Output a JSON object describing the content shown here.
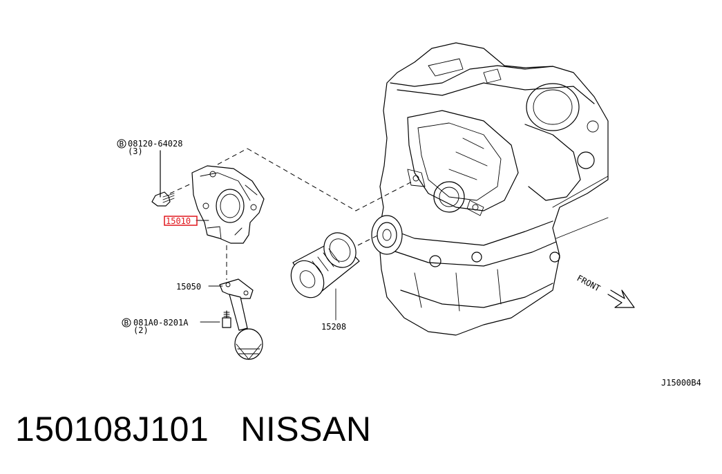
{
  "diagram": {
    "labels": {
      "bolt_1_part": "08120-64028",
      "bolt_1_qty": "(3)",
      "oil_pump": "15010",
      "gasket": "15050",
      "bolt_2_part": "081A0-8201A",
      "bolt_2_qty": "(2)",
      "oil_filter": "15208",
      "front": "FRONT",
      "diagram_code": "J15000B4",
      "bolt_prefix": "B"
    },
    "highlight_color": "#e0151b"
  },
  "caption": {
    "part_number": "150108J101",
    "brand": "NISSAN"
  }
}
